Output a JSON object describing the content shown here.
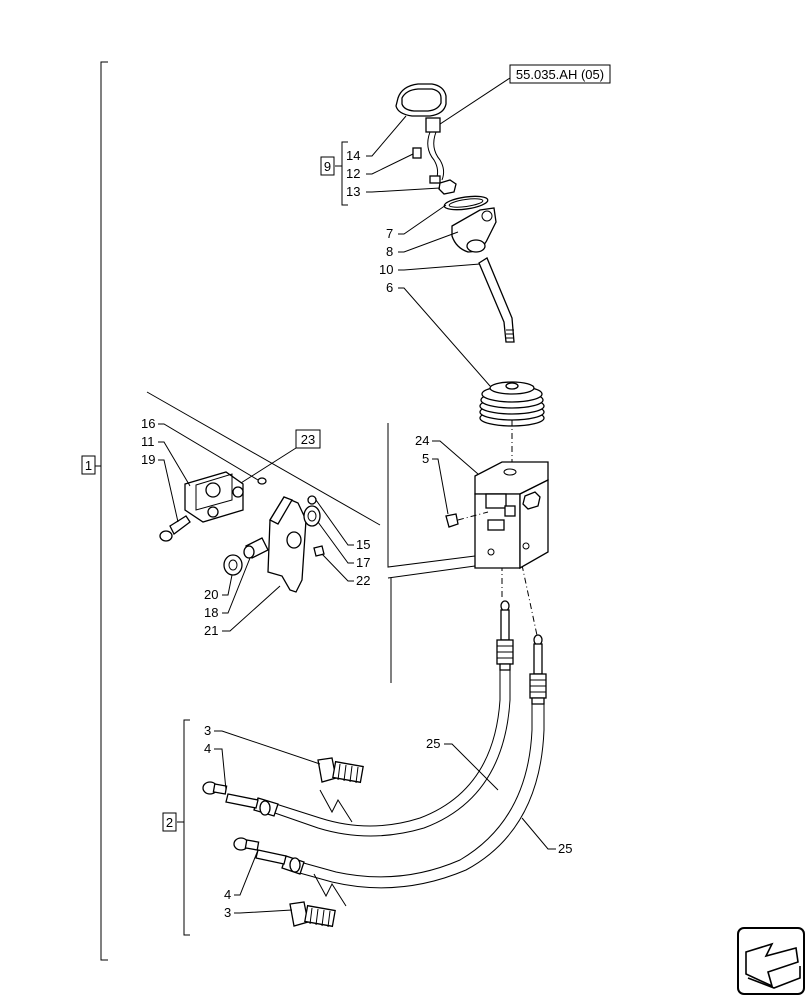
{
  "reference": "55.035.AH (05)",
  "callouts": {
    "c1": "1",
    "c2": "2",
    "c3a": "3",
    "c3b": "3",
    "c4a": "4",
    "c4b": "4",
    "c5": "5",
    "c6": "6",
    "c7": "7",
    "c8": "8",
    "c9": "9",
    "c10": "10",
    "c11": "11",
    "c12": "12",
    "c13": "13",
    "c14": "14",
    "c15": "15",
    "c16": "16",
    "c17": "17",
    "c18": "18",
    "c19": "19",
    "c20": "20",
    "c21": "21",
    "c22": "22",
    "c23": "23",
    "c24": "24",
    "c25a": "25",
    "c25b": "25"
  },
  "nav_icon": "arrow-navigation-icon"
}
